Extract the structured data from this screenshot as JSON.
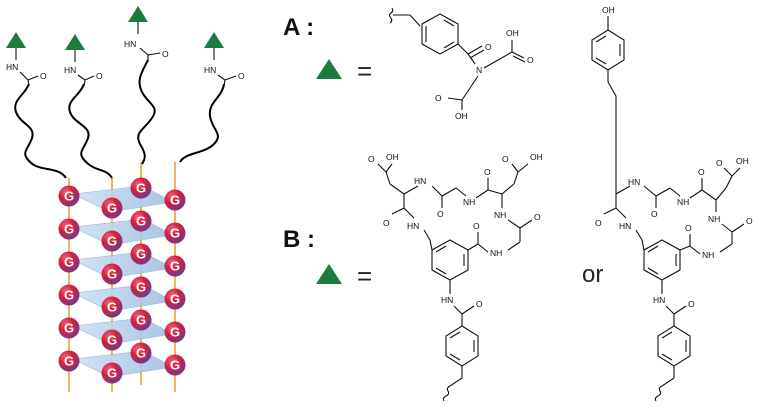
{
  "labels": {
    "panel_a": "A :",
    "panel_b": "B :",
    "equals": "=",
    "or": "or"
  },
  "monomer_letter": "G",
  "amide_labels": {
    "hn": "HN",
    "o": "O"
  },
  "structure_a": {
    "oh_right": "OH",
    "oh_bottom": "OH",
    "o_carbonyl": "O",
    "o_acid_right": "O",
    "o_acid_bottom": "O",
    "n": "N"
  },
  "structure_b1": {
    "o_lt": "O",
    "oh_lt": "OH",
    "o_rt": "O",
    "oh_rt": "OH",
    "hn_1": "HN",
    "o_1": "O",
    "nh_1": "NH",
    "o_2": "O",
    "o_3": "O",
    "nh_2": "NH",
    "o_4": "O",
    "hn_2": "HN",
    "o_5": "O",
    "nh_3": "NH",
    "hn_bottom": "HN",
    "o_bottom": "O"
  },
  "structure_b2": {
    "oh_top": "OH",
    "o_rt": "O",
    "oh_rt": "OH",
    "hn_1": "HN",
    "o_1": "O",
    "nh_1": "NH",
    "o_2": "O",
    "o_3": "O",
    "nh_2": "NH",
    "o_4": "O",
    "hn_2": "HN",
    "o_5": "O",
    "nh_3": "NH",
    "hn_bottom": "HN",
    "o_bottom": "O"
  },
  "colors": {
    "triangle": "#1e7b40",
    "monomer_red": "#e0203a",
    "monomer_purple": "#7b3a8a",
    "plate": "#a9c8e6",
    "orange_line": "#f0a030"
  }
}
